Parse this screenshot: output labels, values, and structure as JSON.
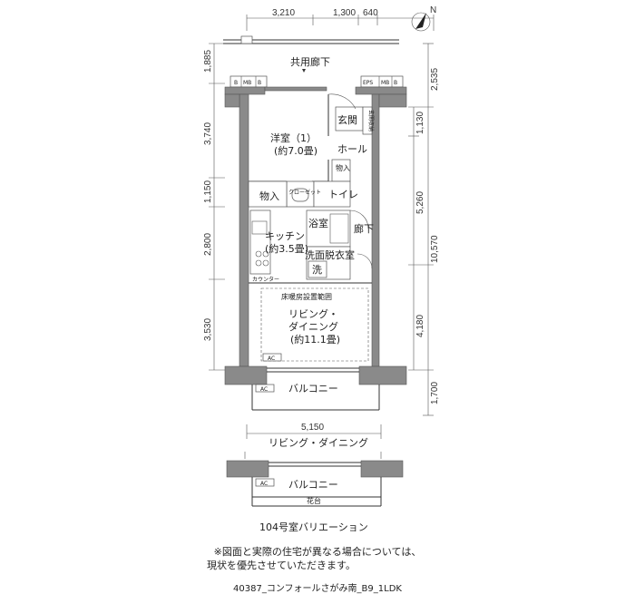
{
  "dimensions": {
    "top": [
      "3,210",
      "1,300",
      "640"
    ],
    "left": [
      "1,885",
      "3,740",
      "1,150",
      "2,800",
      "3,530"
    ],
    "right_inner": [
      "1,130",
      "5,260",
      "4,180"
    ],
    "right_outer": [
      "2,535",
      "10,570",
      "1,700"
    ],
    "width_bottom": "5,150"
  },
  "north_mark": "N",
  "rooms": {
    "corridor": "共用廊下",
    "western_room": "洋室（1）",
    "western_room_size": "(約7.0畳)",
    "entrance": "玄関",
    "shoe_storage": "玄関収納",
    "hall": "ホール",
    "storage_hall": "物入",
    "closet": "クローゼット",
    "storage": "物入",
    "toilet": "トイレ",
    "bathroom": "浴室",
    "hallway": "廊下",
    "kitchen": "キッチン",
    "kitchen_size": "(約3.5畳)",
    "washroom": "洗面脱衣室",
    "washer": "洗",
    "counter": "カウンター",
    "floor_heating": "床暖房設置範囲",
    "living": "リビング・",
    "dining": "ダイニング",
    "living_size": "(約11.1畳)",
    "balcony": "バルコニー"
  },
  "meter_labels": {
    "left": [
      "B",
      "MB",
      "B"
    ],
    "right": [
      "EPS",
      "MB",
      "B"
    ]
  },
  "ac_label": "AC",
  "variation": {
    "living_dining": "リビング・ダイニング",
    "balcony": "バルコニー",
    "planter": "花台",
    "caption": "104号室バリエーション"
  },
  "notes": {
    "line1": "※図面と実際の住宅が異なる場合については、",
    "line2": "現状を優先させていただきます。"
  },
  "footer_code": "40387_コンフォールさがみ南_B9_1LDK"
}
